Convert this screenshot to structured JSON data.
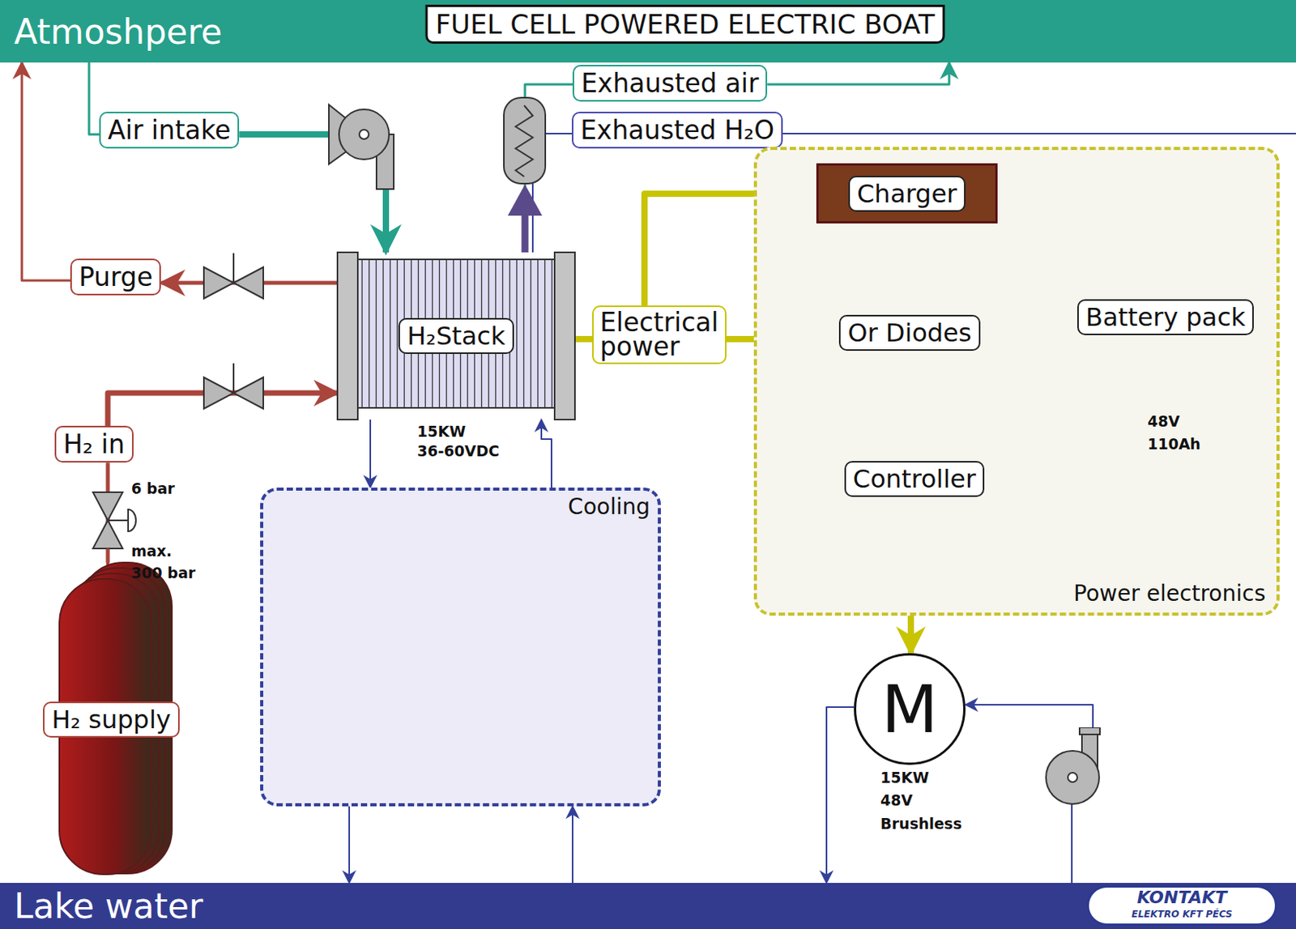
{
  "diagram": {
    "title": "FUEL CELL POWERED ELECTRIC BOAT",
    "nodes": [
      {
        "text": [
          "Atmoshpere"
        ]
      },
      {
        "text": [
          "Air intake"
        ]
      },
      {
        "text": [
          "Exhausted air"
        ]
      },
      {
        "text": [
          "Exhausted H₂O"
        ]
      },
      {
        "text": [
          "Purge"
        ]
      },
      {
        "text": [
          "H₂Stack"
        ]
      },
      {
        "text": [
          "Electrical power"
        ]
      },
      {
        "text": [
          "Power electronics"
        ]
      },
      {
        "text": [
          "Charger"
        ],
        "in": 7
      },
      {
        "text": [
          "Or Diodes"
        ],
        "in": 7
      },
      {
        "text": [
          "Battery pack"
        ],
        "in": 7
      },
      {
        "text": [
          "Controller"
        ],
        "in": 7
      },
      {
        "text": [
          "Cooling"
        ]
      },
      {
        "text": [
          "H₂ in"
        ]
      },
      {
        "text": [
          "H₂ supply"
        ]
      },
      {
        "text": [
          "M"
        ]
      },
      {
        "text": [
          "Lake water"
        ]
      }
    ],
    "edges": [
      {
        "from": 0,
        "to": 1,
        "arrow": "none"
      },
      {
        "from": 1,
        "to": 5,
        "arrow": "to"
      },
      {
        "from": 5,
        "to": 2,
        "arrow": "none"
      },
      {
        "from": 2,
        "to": 0,
        "arrow": "to"
      },
      {
        "from": 5,
        "to": 3,
        "arrow": "none"
      },
      {
        "from": 5,
        "to": 4,
        "arrow": "to"
      },
      {
        "from": 4,
        "to": 0,
        "arrow": "to"
      },
      {
        "from": 14,
        "to": 13,
        "arrow": "none"
      },
      {
        "from": 13,
        "to": 5,
        "arrow": "to"
      },
      {
        "from": 5,
        "to": 6,
        "arrow": "none"
      },
      {
        "from": 6,
        "to": 8,
        "arrow": "to"
      },
      {
        "from": 6,
        "to": 9,
        "arrow": "to"
      },
      {
        "from": 8,
        "to": 10,
        "arrow": "to"
      },
      {
        "from": 10,
        "to": 9,
        "arrow": "to"
      },
      {
        "from": 9,
        "to": 11,
        "arrow": "to"
      },
      {
        "from": 11,
        "to": 15,
        "arrow": "to"
      },
      {
        "from": 5,
        "to": 12,
        "arrow": "to"
      },
      {
        "from": 12,
        "to": 5,
        "arrow": "to"
      },
      {
        "from": 16,
        "to": 12,
        "arrow": "to"
      },
      {
        "from": 12,
        "to": 16,
        "arrow": "to"
      },
      {
        "from": 15,
        "to": 16,
        "arrow": "to"
      },
      {
        "from": 16,
        "to": 15,
        "arrow": "to"
      }
    ],
    "labels": [
      "15KW",
      "36-60VDC",
      "6 bar",
      "max.",
      "300 bar",
      "48V",
      "110Ah",
      "15KW",
      "48V",
      "Brushless",
      "KONTAKT",
      "ELEKTRO KFT PÉCS"
    ]
  }
}
